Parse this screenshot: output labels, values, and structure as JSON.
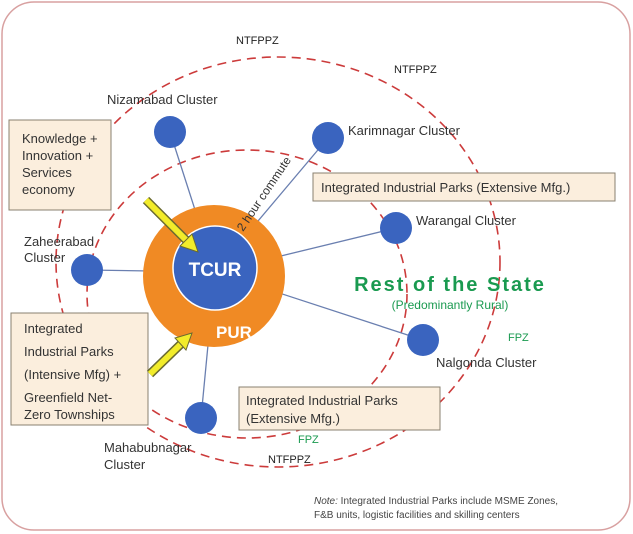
{
  "zones": {
    "ntfppz_top": "NTFPPZ",
    "ntfppz_right": "NTFPPZ",
    "ntfppz_bottom": "NTFPPZ",
    "fpz_right": "FPZ",
    "fpz_bottom": "FPZ"
  },
  "core": {
    "tcur": "TCUR",
    "pur": "PUR",
    "commute": "2 hour commute"
  },
  "clusters": {
    "nizamabad": "Nizamabad Cluster",
    "karimnagar": "Karimnagar Cluster",
    "warangal": "Warangal Cluster",
    "zaheerabad": [
      "Zaheerabad",
      "Cluster"
    ],
    "nalgonda": "Nalgonda Cluster",
    "mahabubnagar": [
      "Mahabubnagar",
      "Cluster"
    ]
  },
  "boxes": {
    "knowledge": [
      "Knowledge +",
      "Innovation +",
      "Services",
      "economy"
    ],
    "extensive_top": "Integrated Industrial Parks (Extensive Mfg.)",
    "intensive": [
      "Integrated",
      "Industrial Parks",
      "(Intensive Mfg) +",
      "Greenfield Net-",
      "Zero Townships"
    ],
    "extensive_bottom": [
      "Integrated Industrial Parks",
      "(Extensive Mfg.)"
    ]
  },
  "rest": {
    "title": "Rest of the State",
    "subtitle": "(Predominantly Rural)"
  },
  "note": {
    "prefix": "Note:",
    "line1": " Integrated Industrial Parks include MSME Zones,",
    "line2": "F&B units, logistic facilities and skilling centers"
  },
  "colors": {
    "orange": "#f08a24",
    "blue": "#3a64bf",
    "green": "#1a9a50",
    "yellow": "#f2ec2a",
    "dash": "#cc3b3b"
  }
}
